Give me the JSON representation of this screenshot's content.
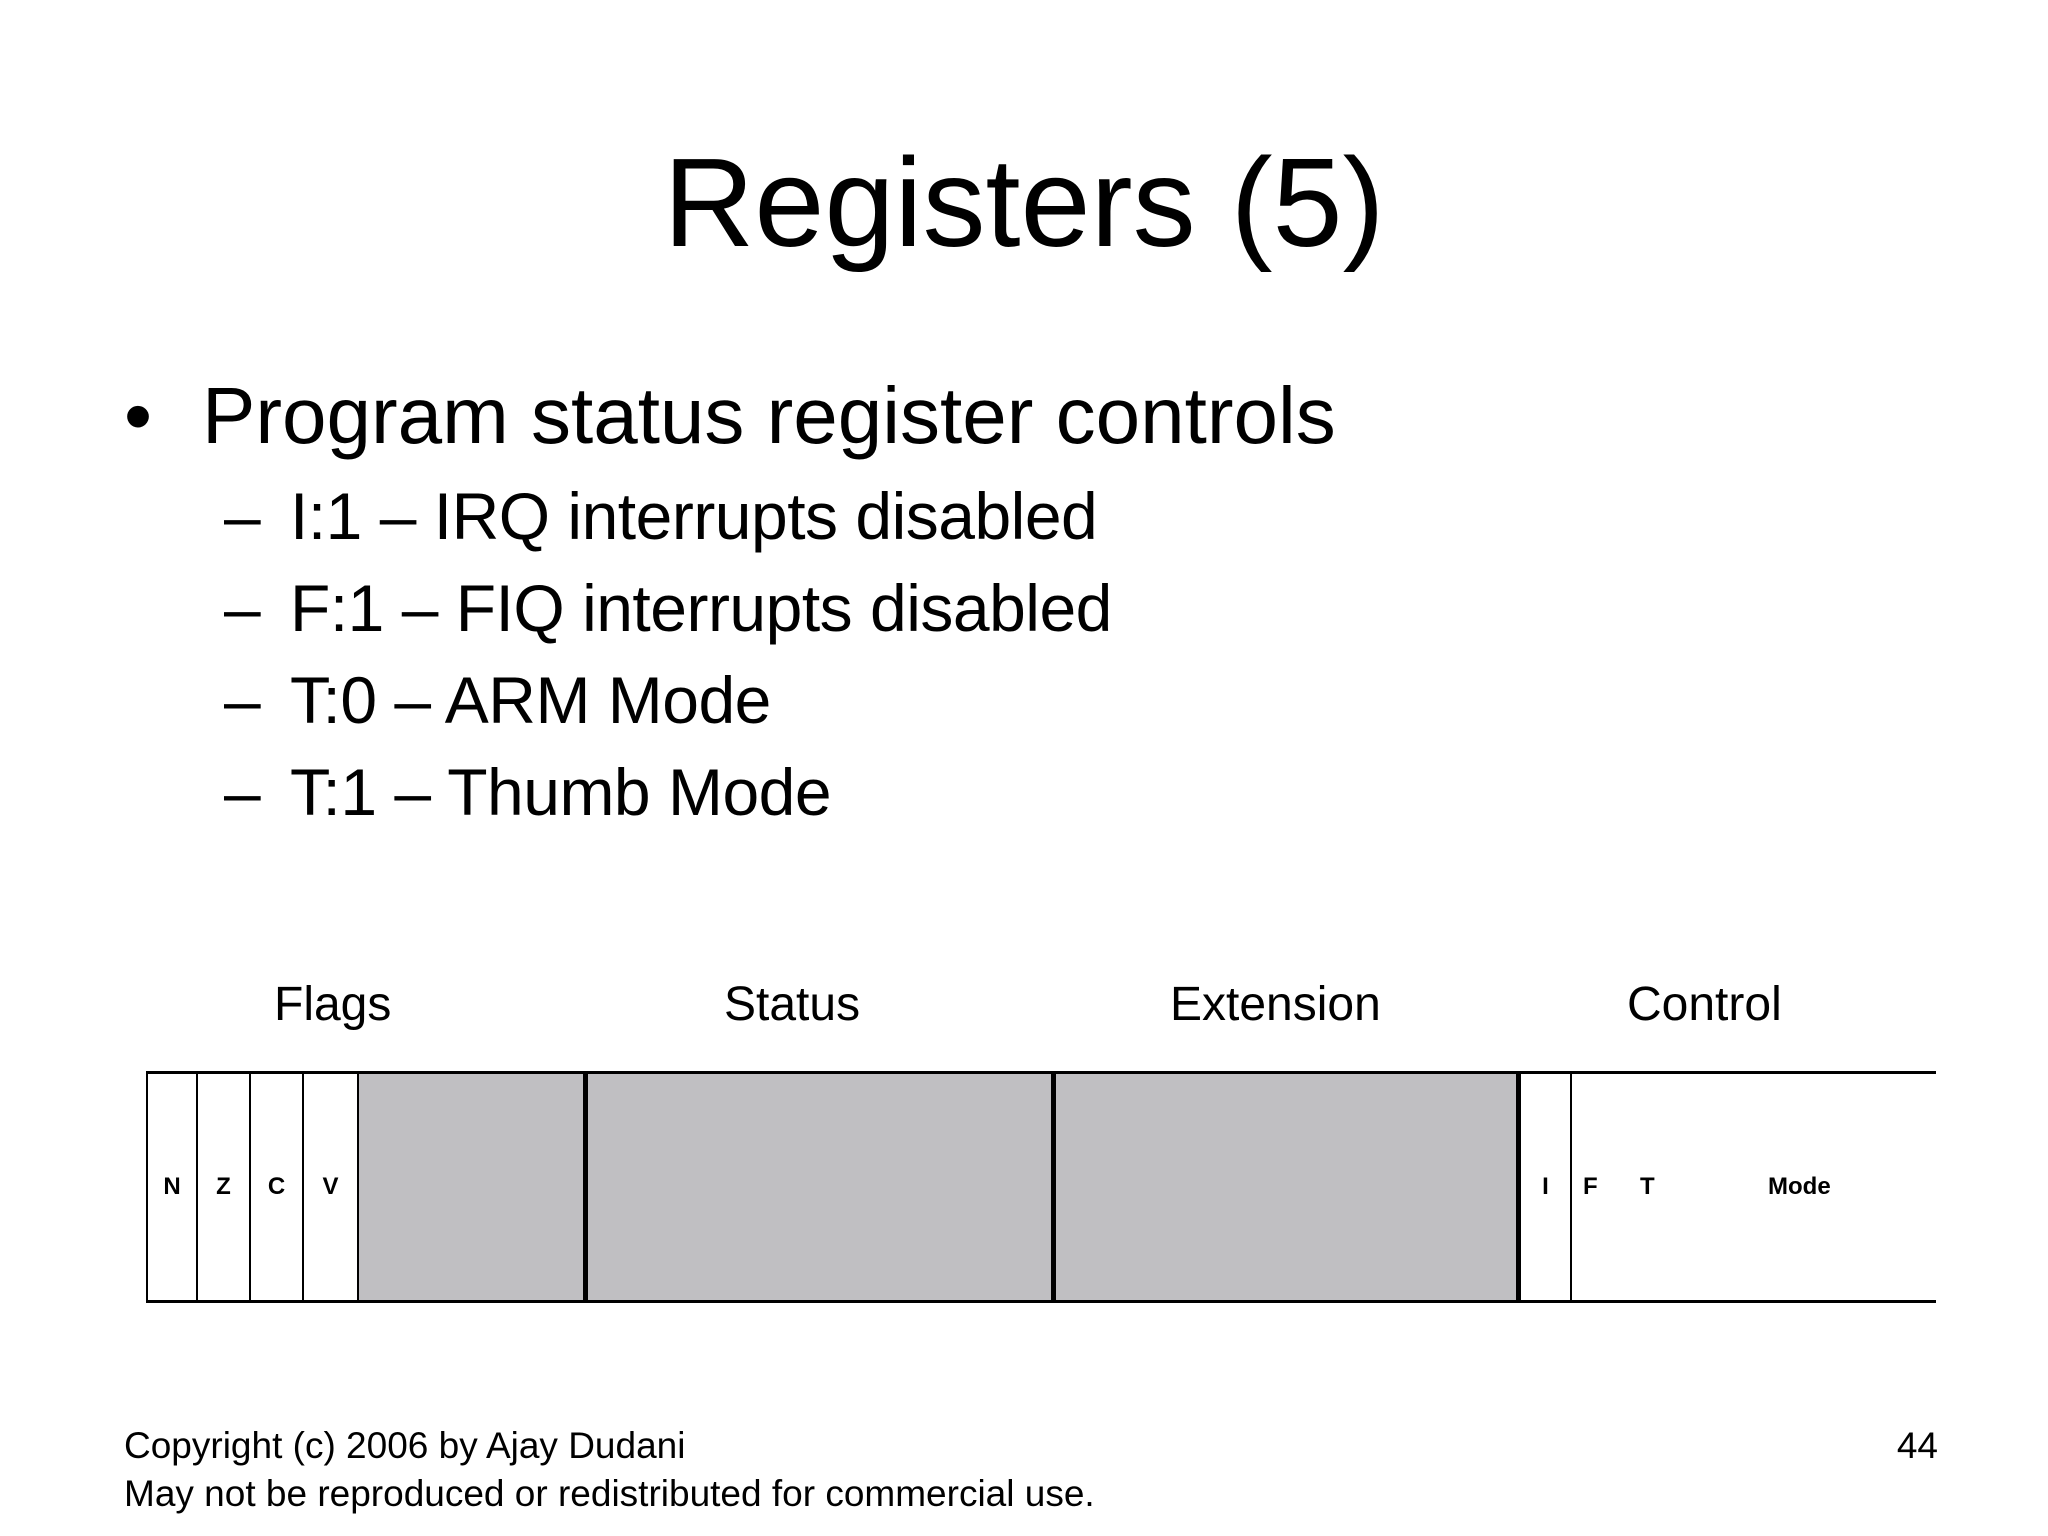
{
  "slide": {
    "title": "Registers (5)",
    "bullet": {
      "marker": "•",
      "text": "Program status register controls"
    },
    "sub_items": [
      {
        "marker": "–",
        "text": "I:1 – IRQ interrupts disabled"
      },
      {
        "marker": "–",
        "text": "F:1 – FIQ interrupts disabled"
      },
      {
        "marker": "–",
        "text": "T:0 – ARM Mode"
      },
      {
        "marker": "–",
        "text": "T:1 – Thumb Mode"
      }
    ]
  },
  "diagram": {
    "groups": [
      "Flags",
      "Status",
      "Extension",
      "Control"
    ],
    "flag_bits": [
      "N",
      "Z",
      "C",
      "V"
    ],
    "control_bits": [
      "I",
      "F",
      "T"
    ],
    "control_mode_label": "Mode",
    "fill_color": "#c0bfc2"
  },
  "footer": {
    "copyright": "Copyright (c) 2006 by Ajay Dudani",
    "notice": "May not be reproduced or redistributed for commercial use.",
    "page_number": "44"
  }
}
